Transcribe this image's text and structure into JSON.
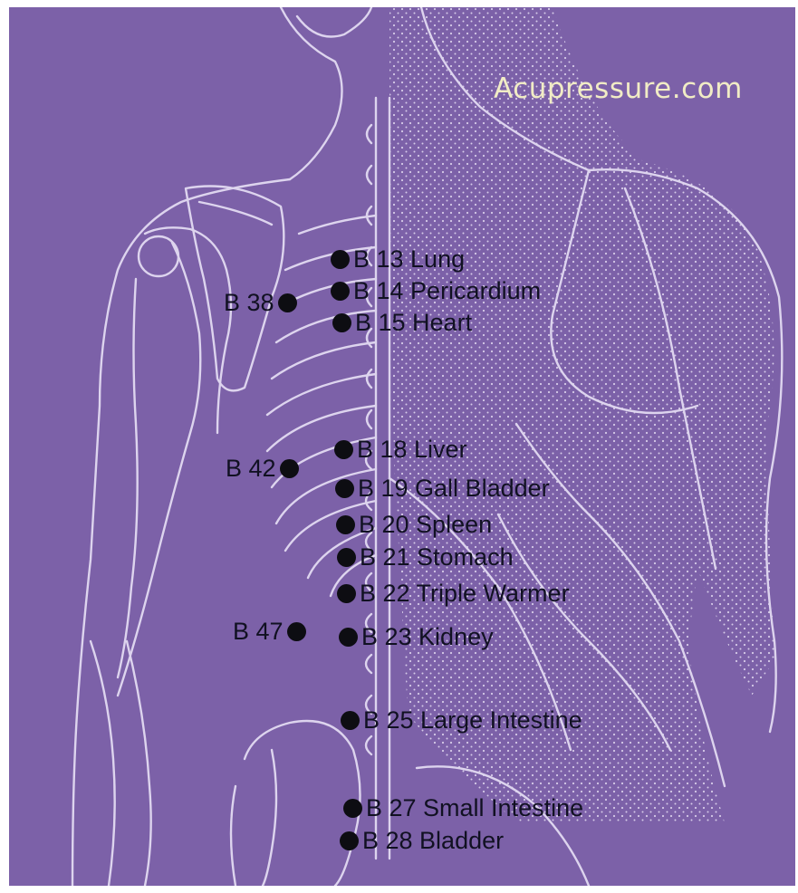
{
  "brand": {
    "text": "Acupressure.com",
    "color": "#f1ecc5"
  },
  "colors": {
    "background": "#7c61a8",
    "lines": "#ddd4ee",
    "dots": "#0d0d12",
    "labels": "#111122"
  },
  "points_right": [
    {
      "label": "B 13 Lung"
    },
    {
      "label": "B 14 Pericardium"
    },
    {
      "label": "B 15 Heart"
    },
    {
      "label": "B 18 Liver"
    },
    {
      "label": "B 19 Gall Bladder"
    },
    {
      "label": "B 20 Spleen"
    },
    {
      "label": "B 21 Stomach"
    },
    {
      "label": "B 22 Triple Warmer"
    },
    {
      "label": "B 23 Kidney"
    },
    {
      "label": "B 25 Large Intestine"
    },
    {
      "label": "B 27 Small Intestine"
    },
    {
      "label": "B 28 Bladder"
    }
  ],
  "points_left": [
    {
      "label": "B 38"
    },
    {
      "label": "B 42"
    },
    {
      "label": "B 47"
    }
  ]
}
